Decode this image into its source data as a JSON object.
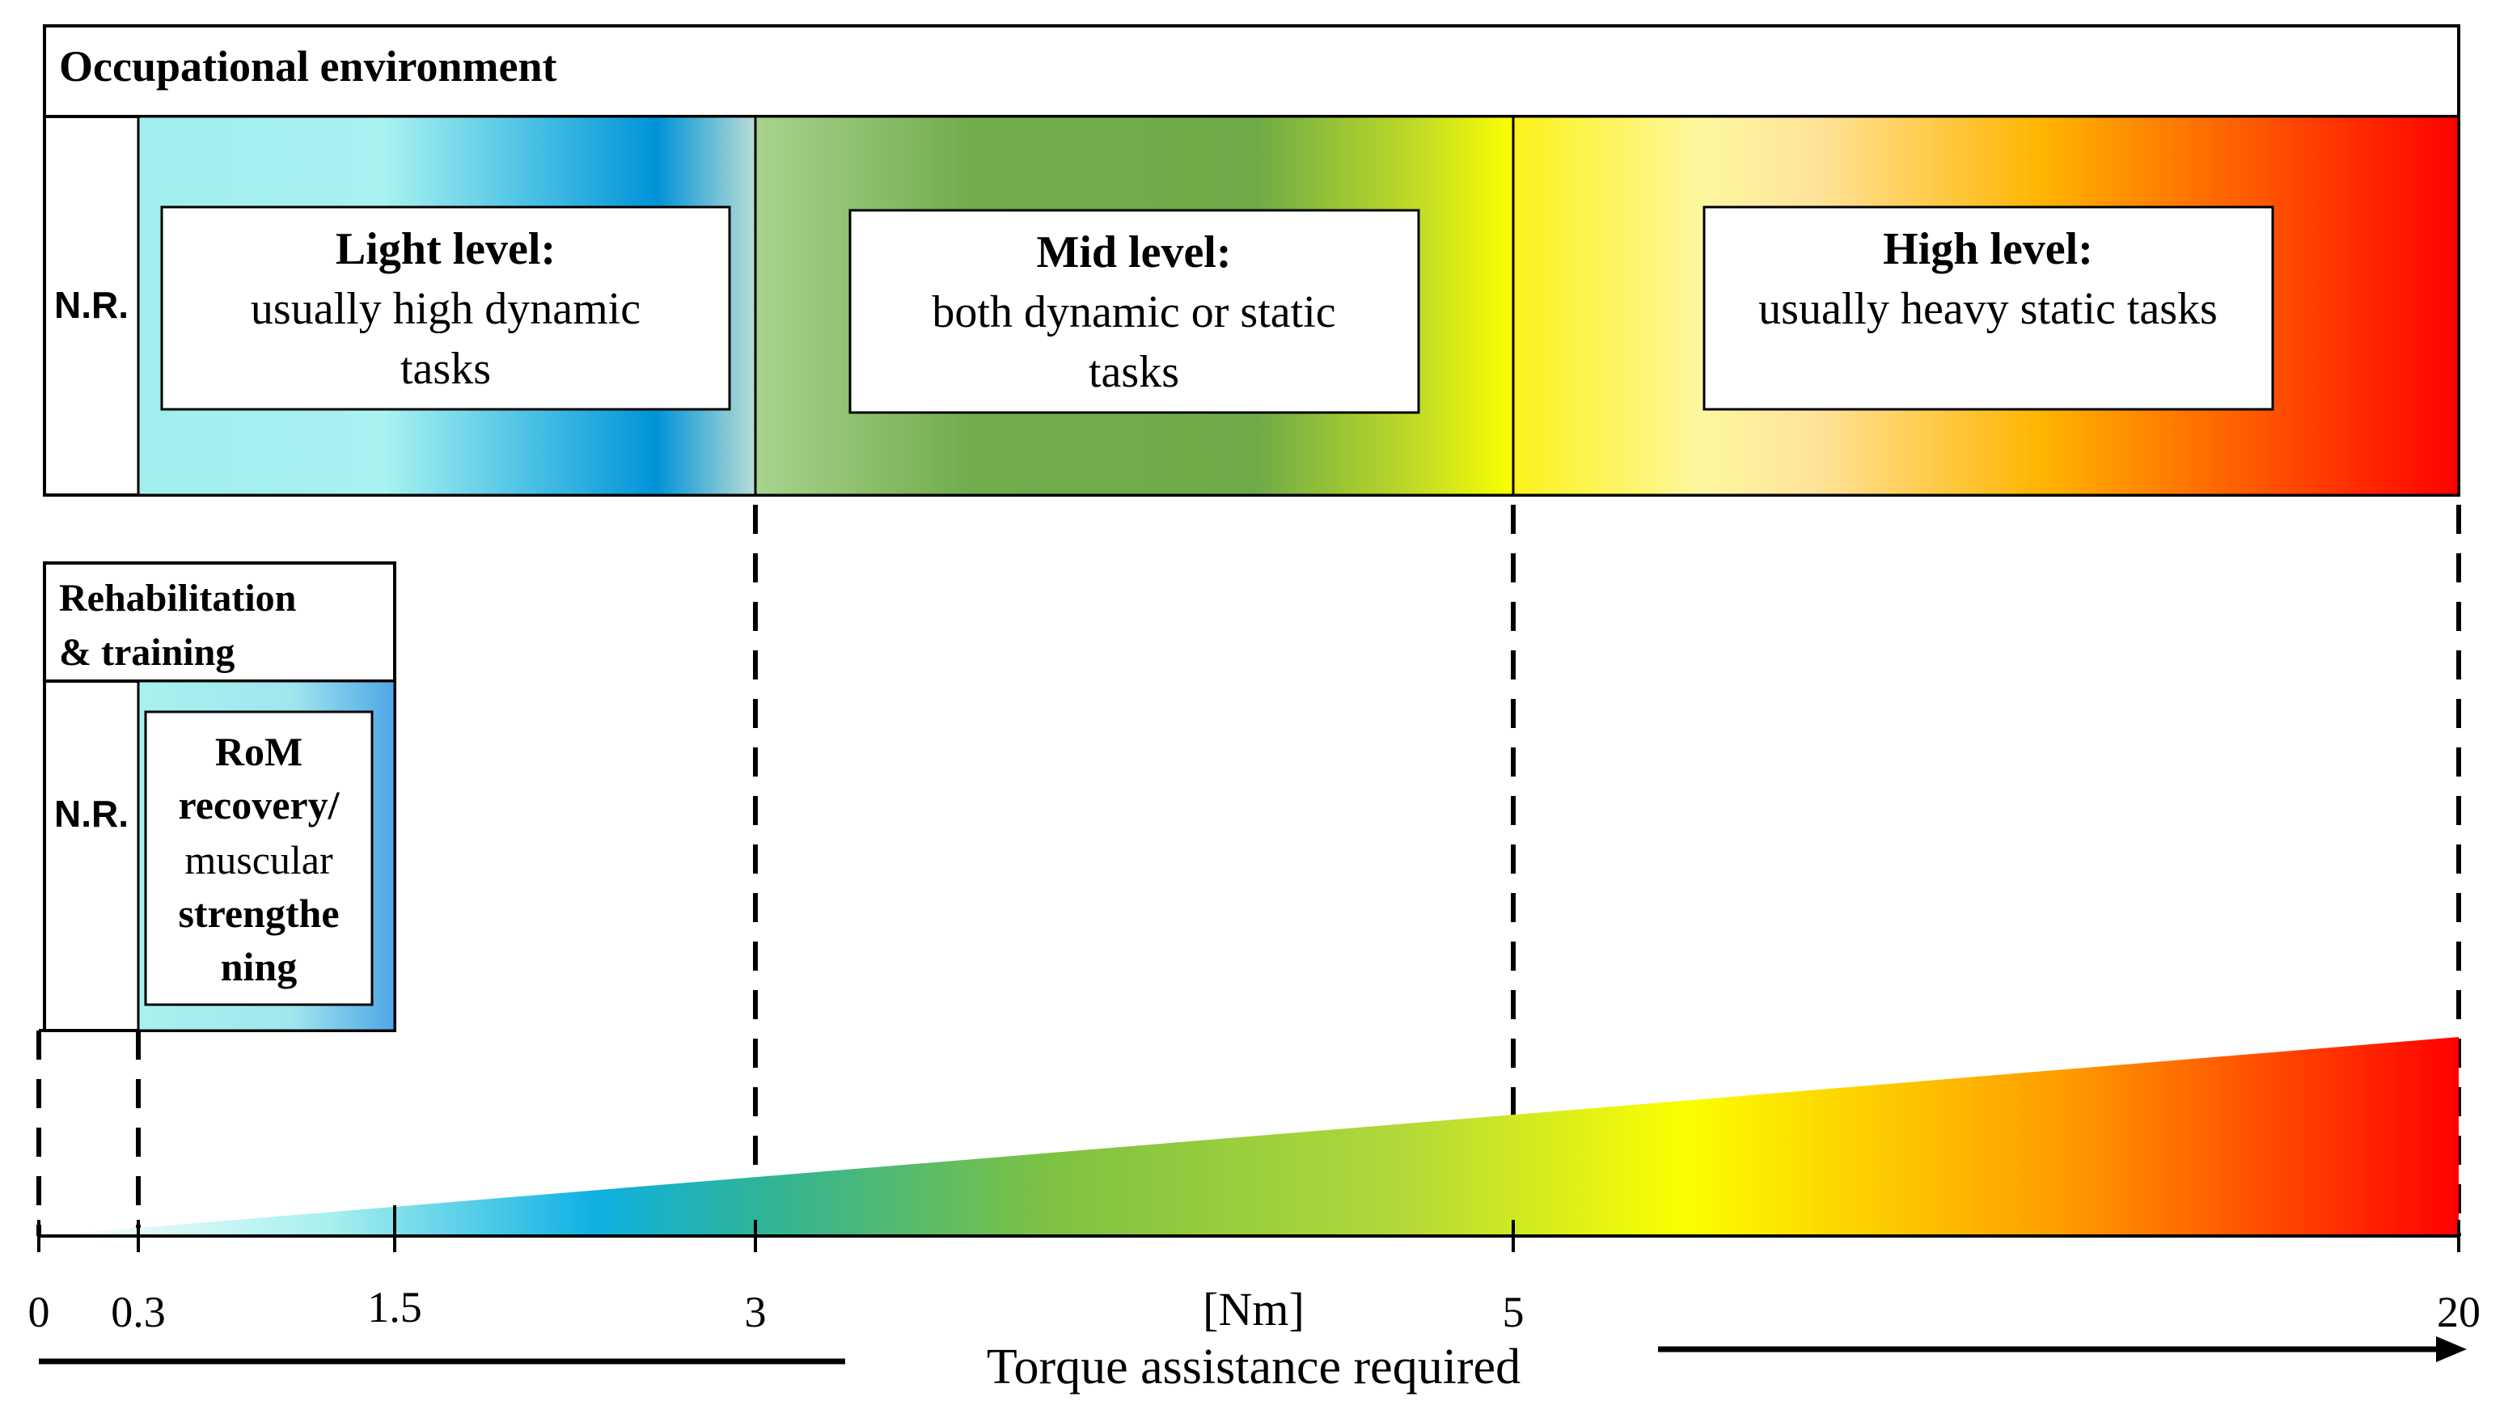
{
  "occupational": {
    "title": "Occupational environment",
    "nr_label": "N.R.",
    "light": {
      "heading": "Light level:",
      "line1": "usually high dynamic",
      "line2": "tasks"
    },
    "mid": {
      "heading": "Mid level:",
      "line1": "both dynamic or static",
      "line2": "tasks"
    },
    "high": {
      "heading": "High level:",
      "line1": "usually heavy static tasks"
    }
  },
  "rehab": {
    "title_line1": "Rehabilitation",
    "title_line2": "& training",
    "nr_label": "N.R.",
    "box_line1": "RoM",
    "box_line2": "recovery/",
    "box_line3": "muscular",
    "box_line4": "strengthe",
    "box_line5": "ning"
  },
  "axis": {
    "ticks": [
      "0",
      "0.3",
      "1.5",
      "3",
      "5",
      "20"
    ],
    "unit": "[Nm]",
    "title": "Torque assistance required"
  },
  "colors": {
    "light_blue": "#a8f0ee",
    "blue": "#0096dc",
    "green": "#6fa84a",
    "yellow": "#ffff00",
    "orange": "#ff8c00",
    "red": "#ff0000"
  }
}
